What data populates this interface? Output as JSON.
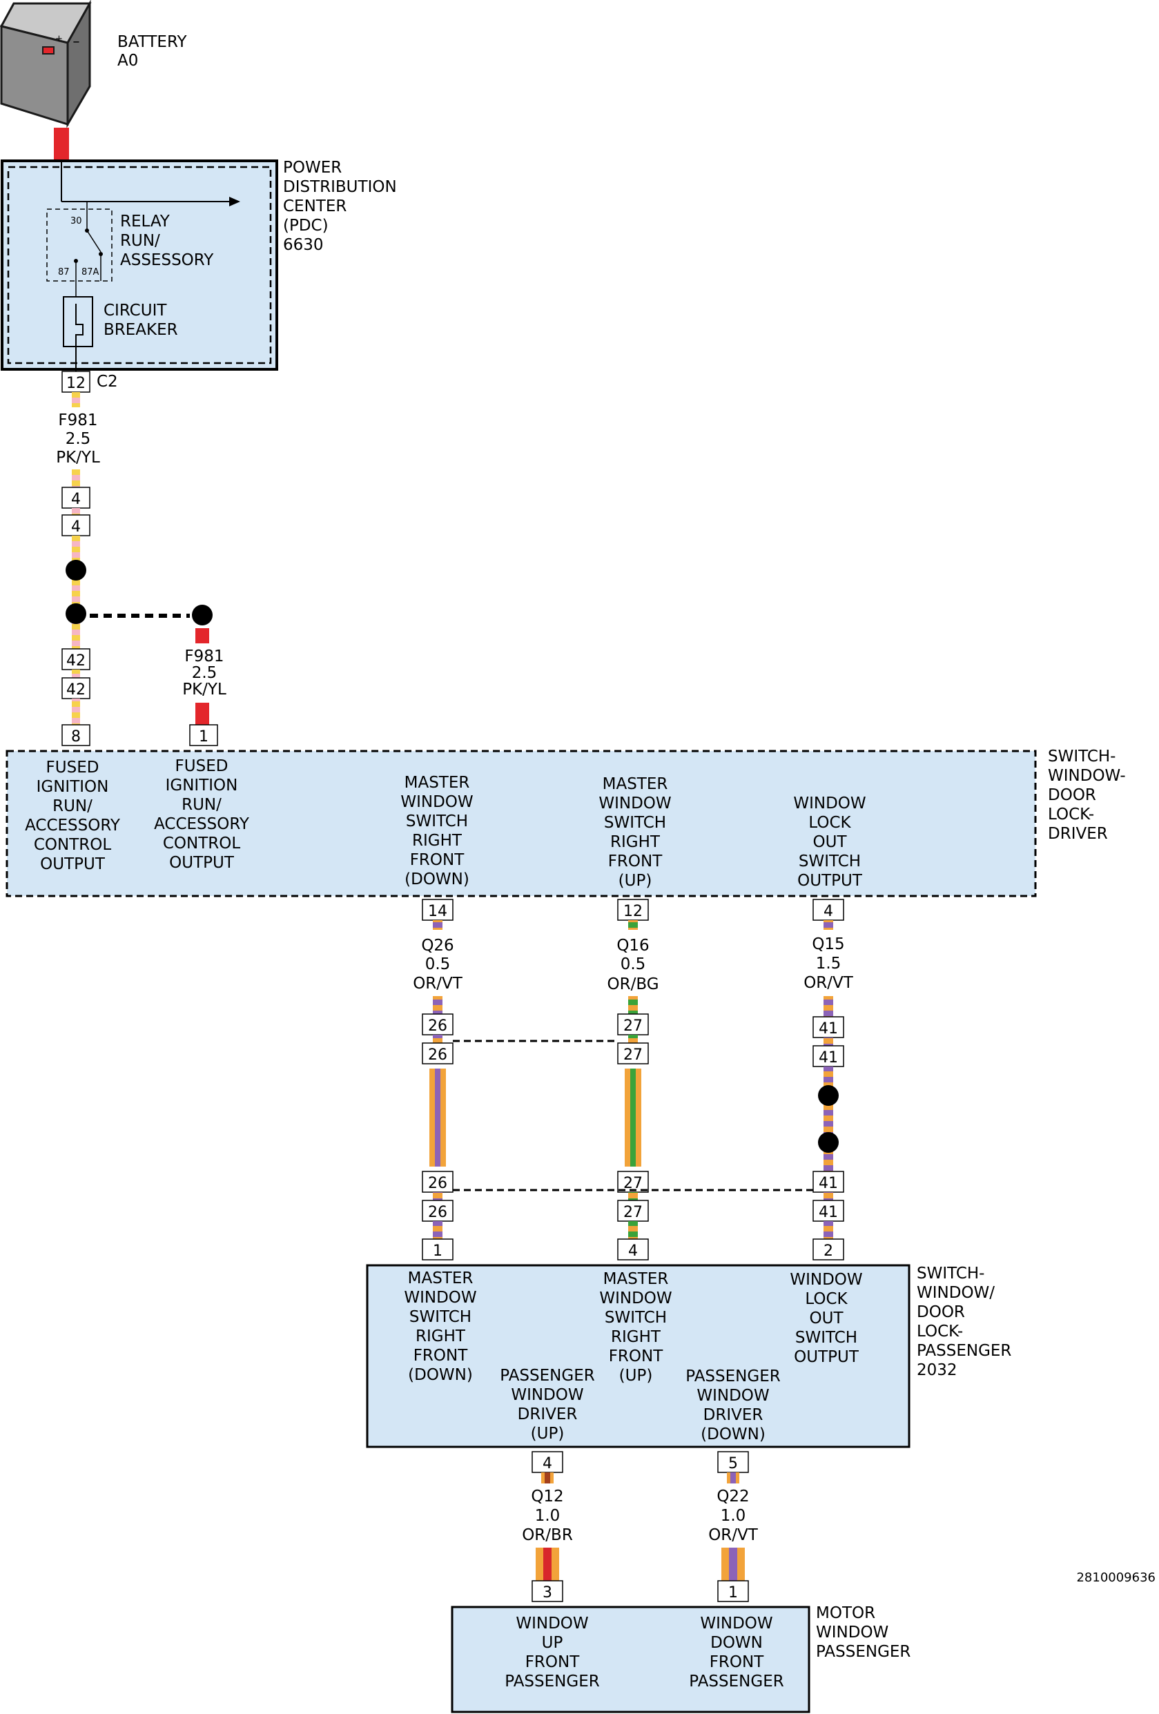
{
  "colors": {
    "box_fill": "#d4e6f5",
    "power_red": "#e3262b",
    "pink": "#f6b6c4",
    "yellow": "#f6d24c",
    "orange": "#f2a33a",
    "violet": "#8c63b8",
    "green": "#3aa33a",
    "brown": "#a3401c",
    "red": "#d8262b"
  },
  "battery": {
    "name": "BATTERY",
    "id": "A0"
  },
  "pdc": {
    "title_lines": [
      "POWER",
      "DISTRIBUTION",
      "CENTER",
      "(PDC)",
      "6630"
    ],
    "relay_lines": [
      "RELAY",
      "RUN/",
      "ASSESSORY"
    ],
    "relay_pins": {
      "p30": "30",
      "p87": "87",
      "p87a": "87A"
    },
    "breaker_lines": [
      "CIRCUIT",
      "BREAKER"
    ],
    "connector": "C2",
    "pin": "12"
  },
  "wire_f981_main": {
    "circuit": "F981",
    "gauge": "2.5",
    "color": "PK/YL"
  },
  "wire_f981_branch": {
    "circuit": "F981",
    "gauge": "2.5",
    "color": "PK/YL"
  },
  "inline_pins": {
    "a1": "4",
    "a2": "4",
    "b1": "42",
    "b2": "42",
    "q26_1": "26",
    "q26_2": "26",
    "q26_3": "26",
    "q26_4": "26",
    "q16_1": "27",
    "q16_2": "27",
    "q16_3": "27",
    "q16_4": "27",
    "q15_1": "41",
    "q15_2": "41",
    "q15_3": "41",
    "q15_4": "41"
  },
  "driver_switch": {
    "title_lines": [
      "SWITCH-",
      "WINDOW-",
      "DOOR",
      "LOCK-",
      "DRIVER"
    ],
    "pins": {
      "p8": "8",
      "p1": "1",
      "p14": "14",
      "p12": "12",
      "p4": "4"
    },
    "func_a": [
      "FUSED",
      "IGNITION",
      "RUN/",
      "ACCESSORY",
      "CONTROL",
      "OUTPUT"
    ],
    "func_b": [
      "FUSED",
      "IGNITION",
      "RUN/",
      "ACCESSORY",
      "CONTROL",
      "OUTPUT"
    ],
    "func_c": [
      "MASTER",
      "WINDOW",
      "SWITCH",
      "RIGHT",
      "FRONT",
      "(DOWN)"
    ],
    "func_d": [
      "MASTER",
      "WINDOW",
      "SWITCH",
      "RIGHT",
      "FRONT",
      "(UP)"
    ],
    "func_e": [
      "WINDOW",
      "LOCK",
      "OUT",
      "SWITCH",
      "OUTPUT"
    ]
  },
  "wire_q26": {
    "circuit": "Q26",
    "gauge": "0.5",
    "color": "OR/VT"
  },
  "wire_q16": {
    "circuit": "Q16",
    "gauge": "0.5",
    "color": "OR/BG"
  },
  "wire_q15": {
    "circuit": "Q15",
    "gauge": "1.5",
    "color": "OR/VT"
  },
  "passenger_switch": {
    "title_lines": [
      "SWITCH-",
      "WINDOW/",
      "DOOR",
      "LOCK-",
      "PASSENGER",
      "2032"
    ],
    "pins": {
      "p1": "1",
      "p4top": "4",
      "p2": "2",
      "p4bot": "4",
      "p5": "5"
    },
    "func_a": [
      "MASTER",
      "WINDOW",
      "SWITCH",
      "RIGHT",
      "FRONT",
      "(DOWN)"
    ],
    "func_b": [
      "MASTER",
      "WINDOW",
      "SWITCH",
      "RIGHT",
      "FRONT",
      "(UP)"
    ],
    "func_c": [
      "WINDOW",
      "LOCK",
      "OUT",
      "SWITCH",
      "OUTPUT"
    ],
    "func_d": [
      "PASSENGER",
      "WINDOW",
      "DRIVER",
      "(UP)"
    ],
    "func_e": [
      "PASSENGER",
      "WINDOW",
      "DRIVER",
      "(DOWN)"
    ]
  },
  "wire_q12": {
    "circuit": "Q12",
    "gauge": "1.0",
    "color": "OR/BR"
  },
  "wire_q22": {
    "circuit": "Q22",
    "gauge": "1.0",
    "color": "OR/VT"
  },
  "motor": {
    "title_lines": [
      "MOTOR",
      "WINDOW",
      "PASSENGER"
    ],
    "pins": {
      "p3": "3",
      "p1": "1"
    },
    "func_a": [
      "WINDOW",
      "UP",
      "FRONT",
      "PASSENGER"
    ],
    "func_b": [
      "WINDOW",
      "DOWN",
      "FRONT",
      "PASSENGER"
    ]
  },
  "diagram_id": "2810009636"
}
